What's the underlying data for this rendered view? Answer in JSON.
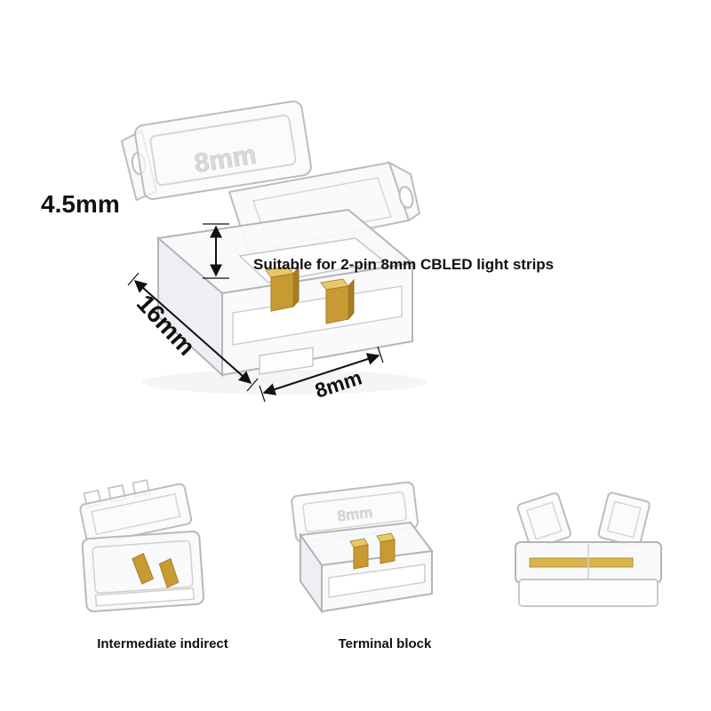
{
  "main_product": {
    "marking": "8mm",
    "suitability_note": "Suitable for 2-pin 8mm CBLED light strips",
    "dimensions": {
      "height": "4.5mm",
      "length": "16mm",
      "width": "8mm"
    }
  },
  "variants": [
    {
      "label": "Intermediate indirect"
    },
    {
      "label": "Terminal block",
      "marking": "8mm"
    },
    {
      "label": ""
    }
  ]
}
